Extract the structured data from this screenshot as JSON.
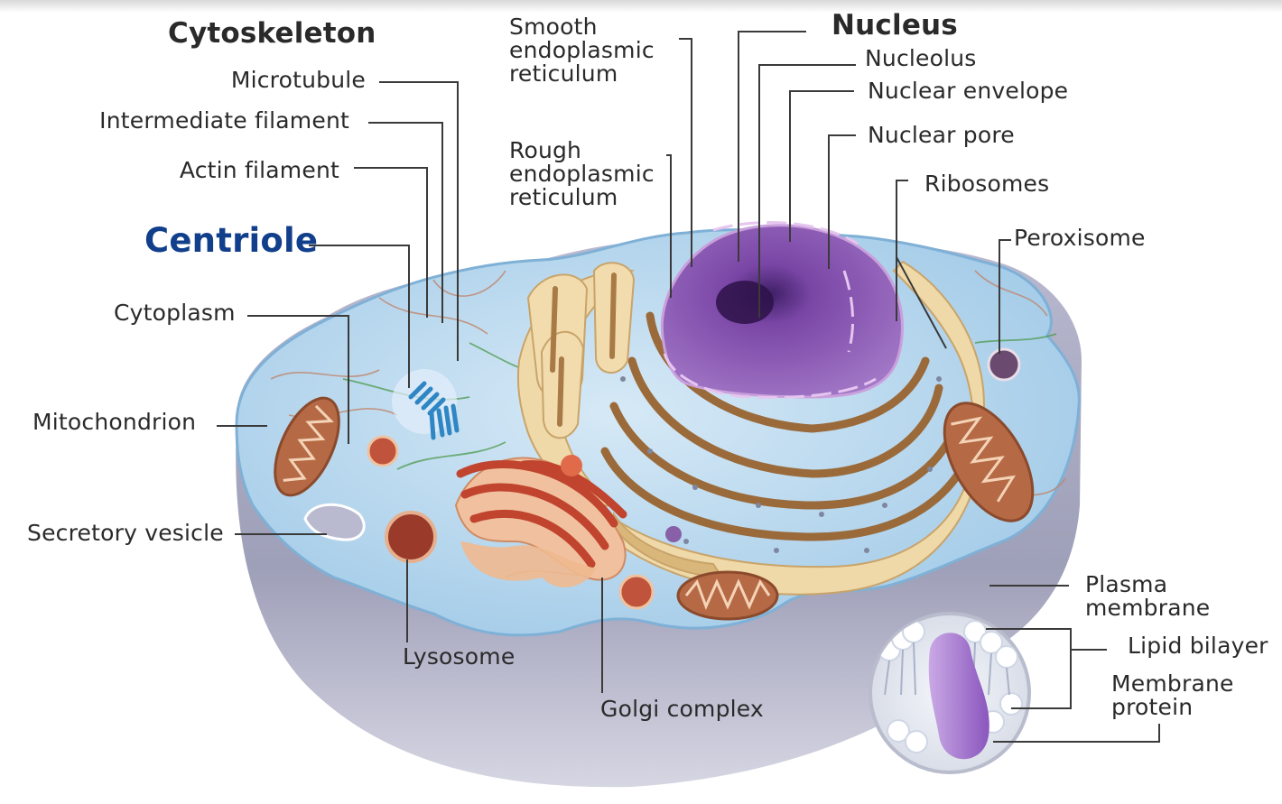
{
  "labels": {
    "cytoskeleton": "Cytoskeleton",
    "microtubule": "Microtubule",
    "intermediate_filament": "Intermediate filament",
    "actin_filament": "Actin filament",
    "centriole": "Centriole",
    "cytoplasm": "Cytoplasm",
    "mitochondrion": "Mitochondrion",
    "secretory_vesicle": "Secretory vesicle",
    "lysosome": "Lysosome",
    "golgi_complex": "Golgi complex",
    "smooth_er": "Smooth\nendoplasmic\nreticulum",
    "rough_er": "Rough\nendoplasmic\nreticulum",
    "nucleus": "Nucleus",
    "nucleolus": "Nucleolus",
    "nuclear_envelope": "Nuclear envelope",
    "nuclear_pore": "Nuclear pore",
    "ribosomes": "Ribosomes",
    "peroxisome": "Peroxisome",
    "plasma_membrane": "Plasma\nmembrane",
    "lipid_bilayer": "Lipid bilayer",
    "membrane_protein": "Membrane\nprotein"
  },
  "colors": {
    "cytoplasm_fill": "#bcd9ee",
    "cell_body": "#a5a6bf",
    "nucleus": "#8a5bb0",
    "er": "#efd9a8",
    "golgi": "#e07a55",
    "mitochondria": "#a8593a",
    "centriole": "#2f86c4",
    "leader_line": "#3a3a3a",
    "centriole_label": "#123f8c"
  }
}
